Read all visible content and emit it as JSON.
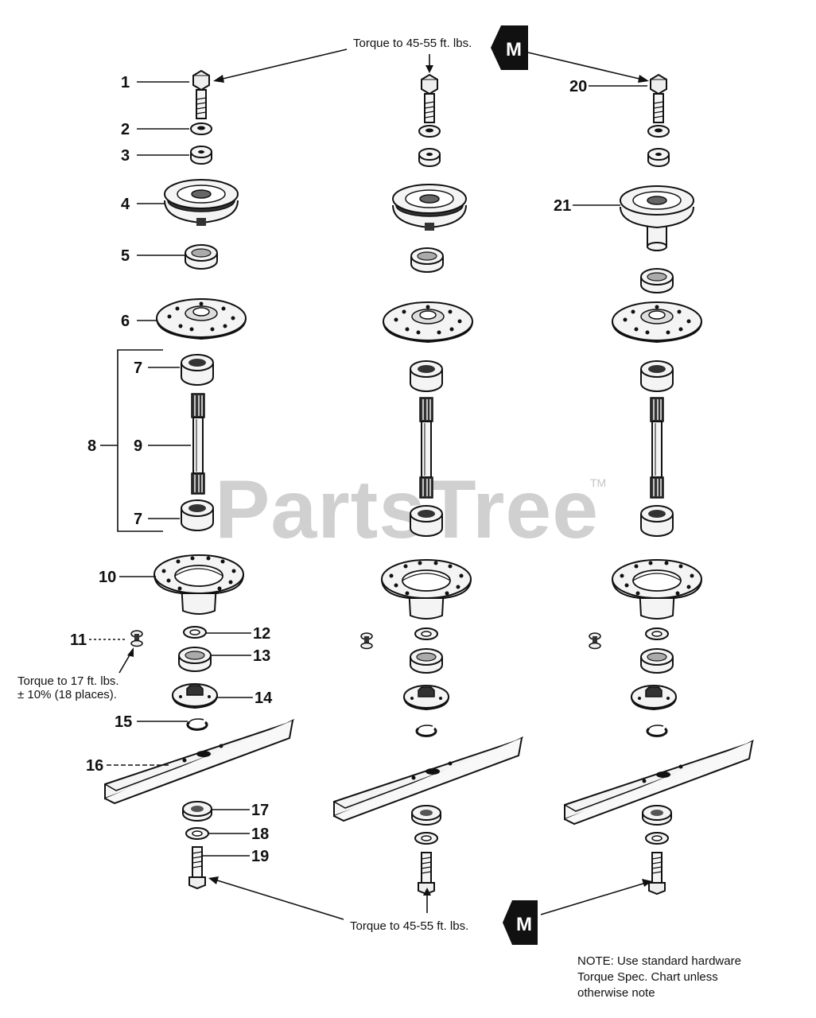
{
  "watermark": {
    "brand": "PartsTree",
    "trademark": "TM"
  },
  "torque_top": {
    "text": "Torque to 45-55 ft. lbs.",
    "badge": "M"
  },
  "torque_bottom": {
    "text": "Torque to 45-55 ft. lbs.",
    "badge": "M"
  },
  "torque_screw": {
    "line1": "Torque to 17 ft. lbs.",
    "line2": "± 10% (18 places)."
  },
  "note": {
    "line1": "NOTE: Use standard hardware",
    "line2": "Torque Spec. Chart unless",
    "line3": "otherwise note"
  },
  "callouts": {
    "c1": "1",
    "c2": "2",
    "c3": "3",
    "c4": "4",
    "c5": "5",
    "c6": "6",
    "c7a": "7",
    "c7b": "7",
    "c8": "8",
    "c9": "9",
    "c10": "10",
    "c11": "11",
    "c12": "12",
    "c13": "13",
    "c14": "14",
    "c15": "15",
    "c16": "16",
    "c17": "17",
    "c18": "18",
    "c19": "19",
    "c20": "20",
    "c21": "21"
  }
}
